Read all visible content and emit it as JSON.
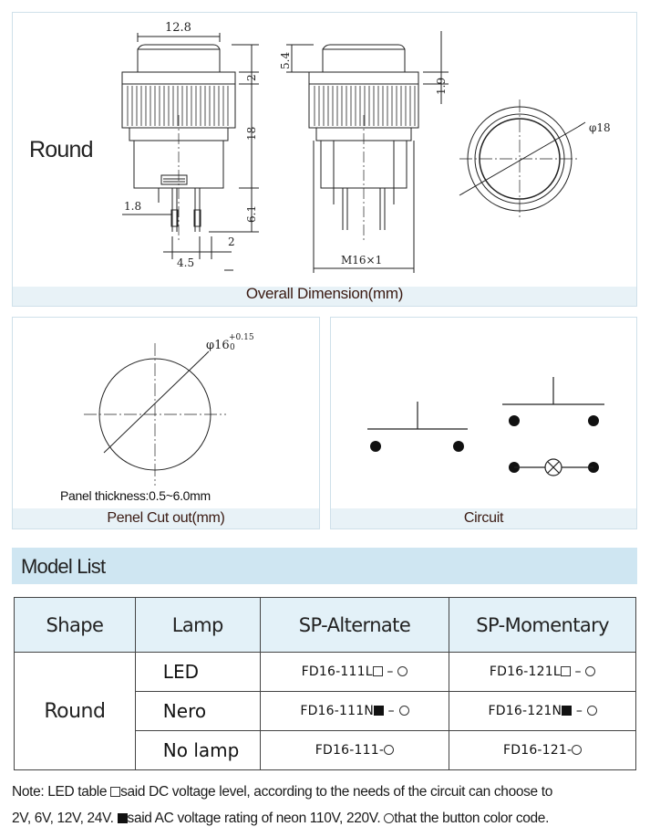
{
  "dimension_panel": {
    "caption": "Overall Dimension(mm)",
    "shape_label": "Round",
    "dimensions": {
      "width_top": "12.8",
      "cap_top": "2",
      "body_height": "18",
      "pin_length": "6.1",
      "pin_offset": "1.8",
      "pin_pitch": "4.5",
      "pin_gap": "2",
      "cap_height": "5.4",
      "ring_height": "1.9",
      "thread": "M16×1",
      "diameter": "φ18"
    }
  },
  "cutout_panel": {
    "caption": "Penel Cut out(mm)",
    "diameter_label": "φ16",
    "tolerance_upper": "+0.15",
    "tolerance_lower": "0",
    "panel_thickness": "Panel thickness:0.5~6.0mm"
  },
  "circuit_panel": {
    "caption": "Circuit"
  },
  "model_list": {
    "title": "Model List",
    "headers": [
      "Shape",
      "Lamp",
      "SP-Alternate",
      "SP-Momentary"
    ],
    "shape": "Round",
    "rows": [
      {
        "lamp": "LED",
        "alternate_prefix": "FD16-111L",
        "momentary_prefix": "FD16-121L",
        "symbol": "square"
      },
      {
        "lamp": "Nero",
        "alternate_prefix": "FD16-111N",
        "momentary_prefix": "FD16-121N",
        "symbol": "filled-square"
      },
      {
        "lamp": "No lamp",
        "alternate_prefix": "FD16-111-",
        "momentary_prefix": "FD16-121-",
        "symbol": "none"
      }
    ]
  },
  "note": {
    "part1": "Note: LED table ",
    "part2": "said DC voltage level, according to the needs of  the circuit can choose to",
    "part3": "2V, 6V, 12V, 24V. ",
    "part4": "said AC voltage  rating of neon 110V, 220V. ",
    "part5": "that the button color code."
  }
}
